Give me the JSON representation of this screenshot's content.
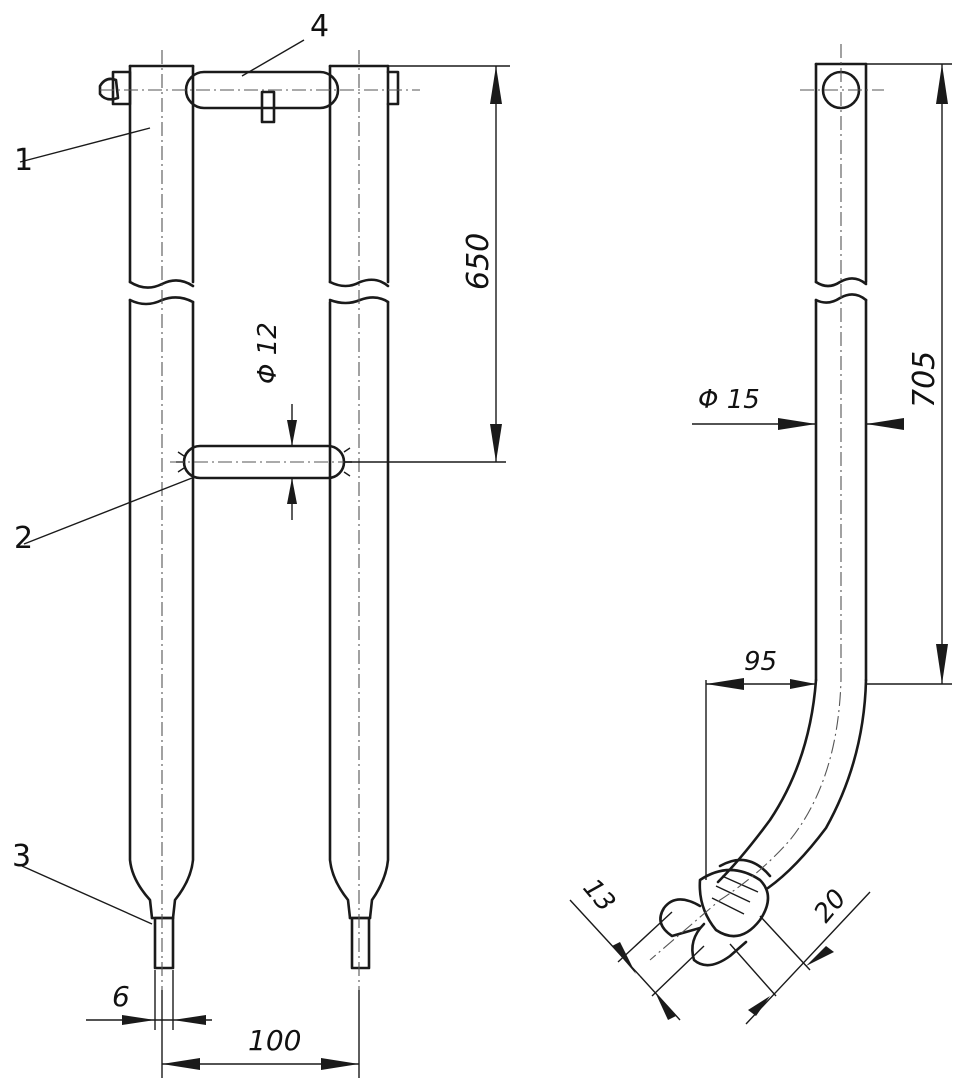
{
  "labels": {
    "part1": "1",
    "part2": "2",
    "part3": "3",
    "part4": "4"
  },
  "dimensions": {
    "height_650": "650",
    "dia_12": "Φ 12",
    "width_6": "6",
    "width_100": "100",
    "height_705": "705",
    "dia_15": "Φ 15",
    "offset_95": "95",
    "tip_13": "13",
    "tip_20": "20"
  },
  "colors": {
    "ink": "#1a1a1a",
    "paper": "#ffffff"
  }
}
